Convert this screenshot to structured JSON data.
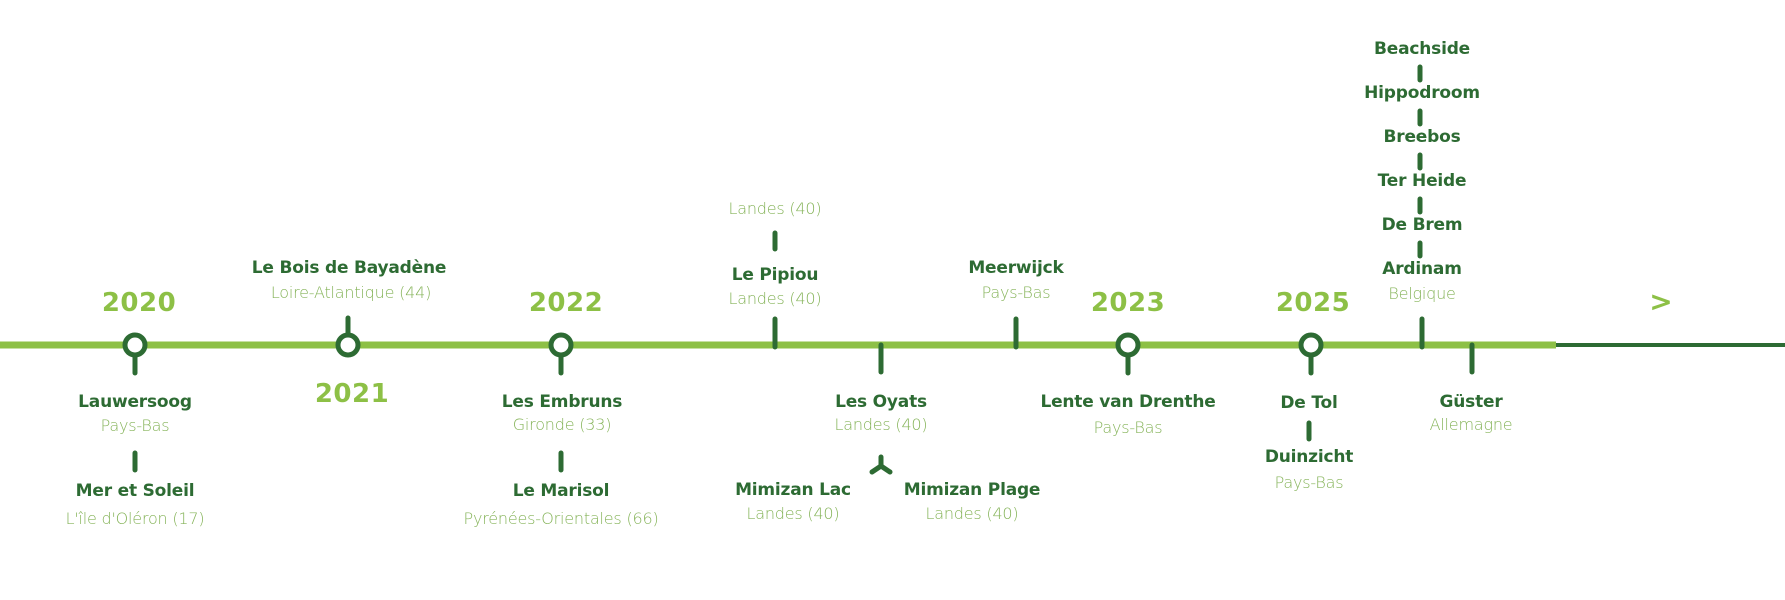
{
  "colors": {
    "line_light": "#8dc046",
    "line_dark": "#2d6b33",
    "text_dark": "#2d6b33",
    "text_light": "#86b45a",
    "year": "#8dc046"
  },
  "arrow": ">",
  "years": {
    "y2020": "2020",
    "y2021": "2021",
    "y2022": "2022",
    "y2023": "2023",
    "y2025": "2025"
  },
  "sites": {
    "lauwersoog": {
      "name": "Lauwersoog",
      "region": "Pays-Bas"
    },
    "mer_et_soleil": {
      "name": "Mer et Soleil",
      "region": "L'île d'Oléron (17)"
    },
    "bois_de_bayadene": {
      "name": "Le Bois de Bayadène",
      "region": "Loire-Atlantique (44)"
    },
    "les_embruns": {
      "name": "Les Embruns",
      "region": "Gironde (33)"
    },
    "le_marisol": {
      "name": "Le Marisol",
      "region": "Pyrénées-Orientales (66)"
    },
    "landes_top": {
      "region": "Landes (40)"
    },
    "le_pipiou": {
      "name": "Le Pipiou",
      "region": "Landes (40)"
    },
    "les_oyats": {
      "name": "Les Oyats",
      "region": "Landes (40)"
    },
    "mimizan_lac": {
      "name": "Mimizan Lac",
      "region": "Landes (40)"
    },
    "mimizan_plage": {
      "name": "Mimizan Plage",
      "region": "Landes (40)"
    },
    "meerwijck": {
      "name": "Meerwijck",
      "region": "Pays-Bas"
    },
    "lente_van_drenthe": {
      "name": "Lente van Drenthe",
      "region": "Pays-Bas"
    },
    "de_tol": {
      "name": "De Tol"
    },
    "duinzicht": {
      "name": "Duinzicht",
      "region": "Pays-Bas"
    },
    "beachside": {
      "name": "Beachside"
    },
    "hippodroom": {
      "name": "Hippodroom"
    },
    "breebos": {
      "name": "Breebos"
    },
    "ter_heide": {
      "name": "Ter Heide"
    },
    "de_brem": {
      "name": "De Brem"
    },
    "ardinam": {
      "name": "Ardinam",
      "region": "Belgique"
    },
    "guster": {
      "name": "Güster",
      "region": "Allemagne"
    }
  }
}
